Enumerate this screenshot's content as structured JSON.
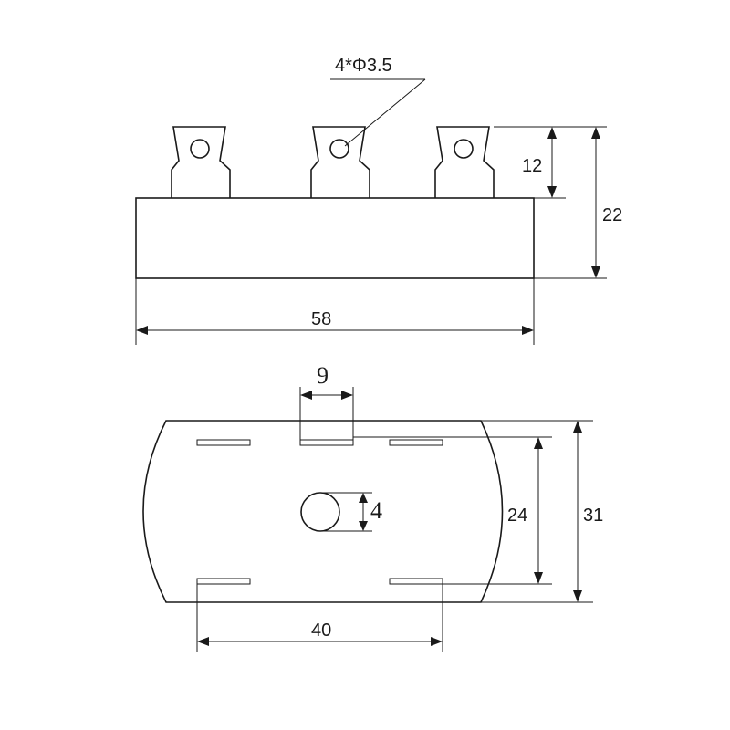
{
  "drawing": {
    "side_view": {
      "hole_callout": "4*Φ3.5",
      "dim_terminal_height": "12",
      "dim_total_height": "22",
      "dim_body_width": "58"
    },
    "bottom_view": {
      "dim_slot_spacing": "9",
      "dim_center_hole": "4",
      "dim_inner_height": "24",
      "dim_outer_height": "31",
      "dim_slot_pitch": "40"
    }
  }
}
